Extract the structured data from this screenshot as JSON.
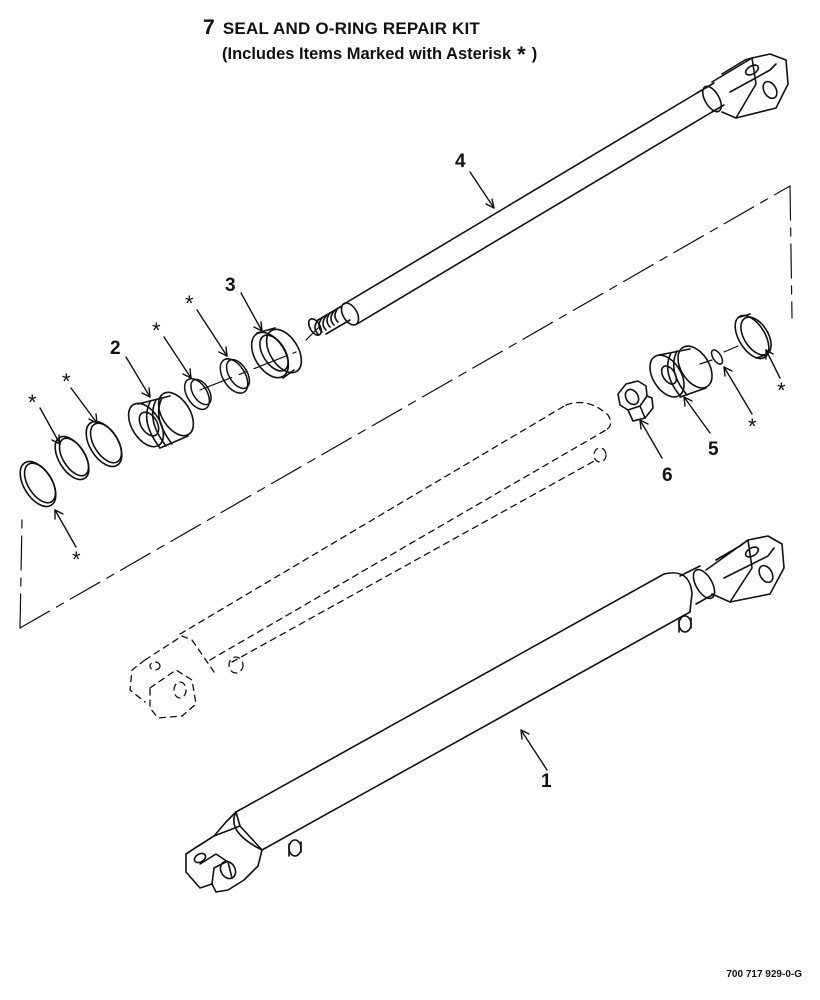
{
  "title": {
    "item_number": "7",
    "text": "SEAL AND O-RING REPAIR KIT",
    "subtitle_prefix": "(Includes Items Marked with Asterisk",
    "subtitle_symbol": "*",
    "subtitle_suffix": ")"
  },
  "callouts": {
    "item1": "1",
    "item2": "2",
    "item3": "3",
    "item4": "4",
    "item5": "5",
    "item6": "6",
    "asterisk": "*"
  },
  "drawing_code": "700 717 929-0-G"
}
